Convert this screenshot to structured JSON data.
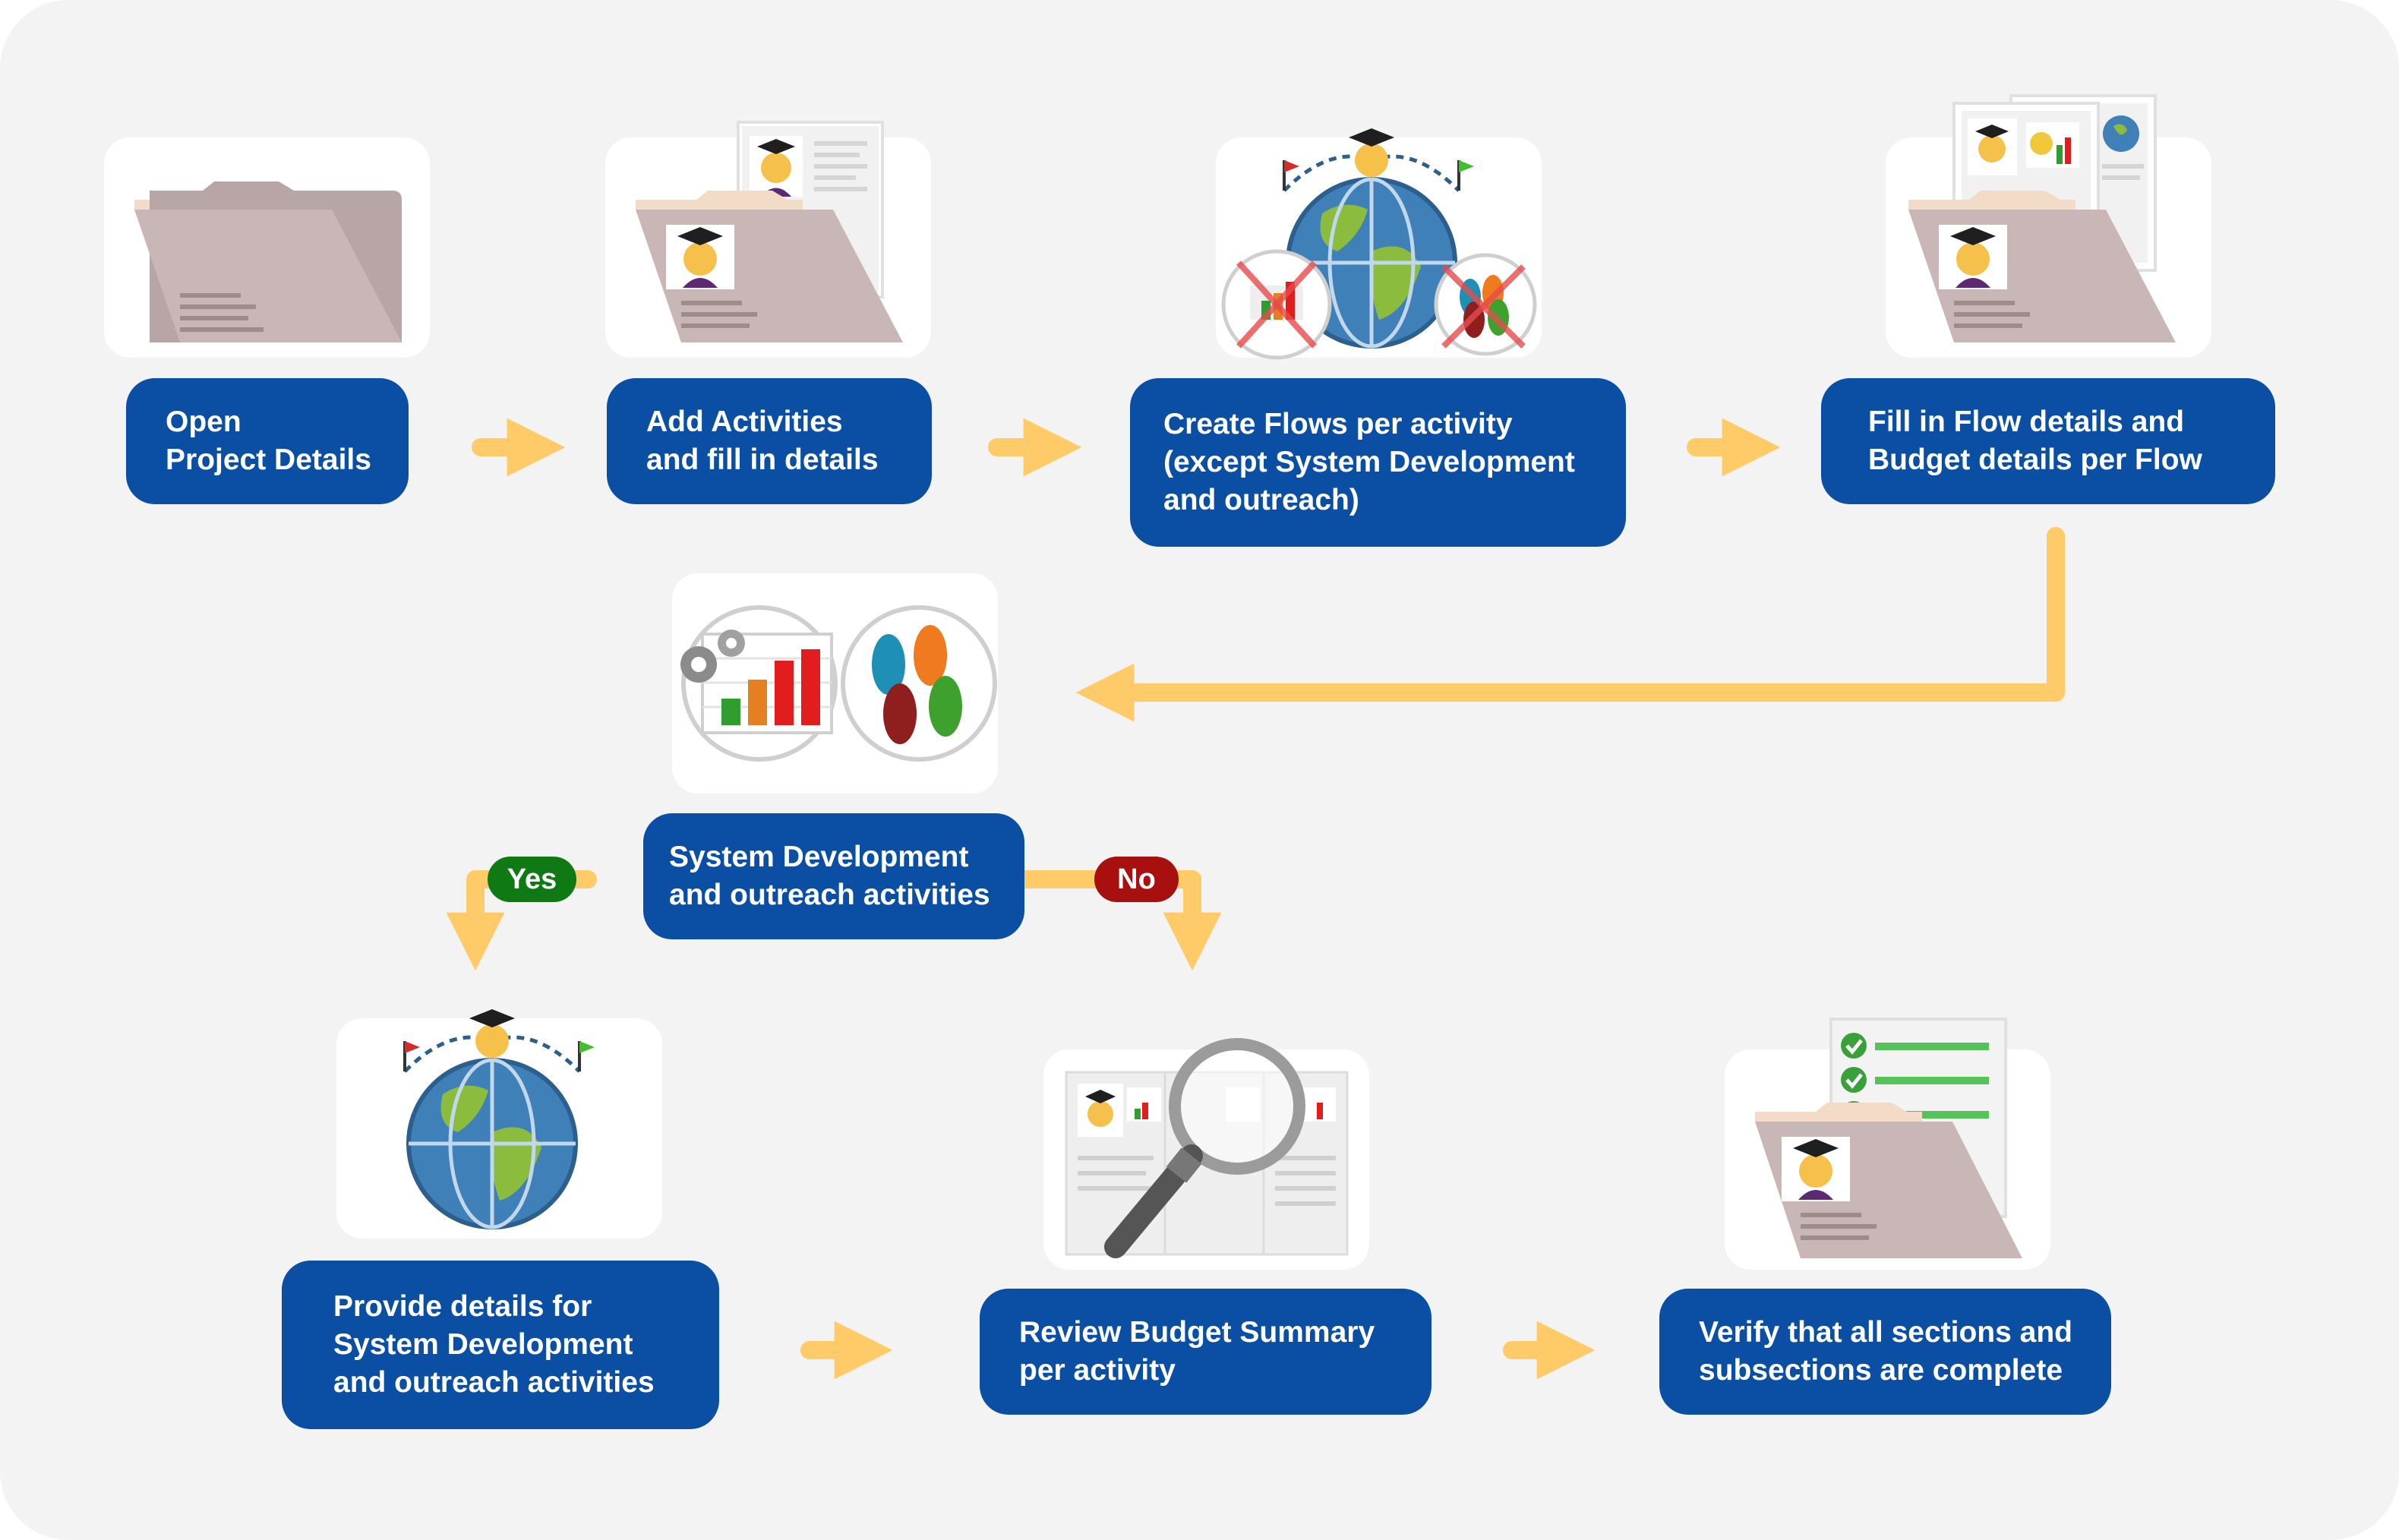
{
  "steps": {
    "open_project": [
      "Open",
      "Project Details"
    ],
    "add_activities": [
      "Add Activities",
      "and fill in details"
    ],
    "create_flows": [
      "Create Flows per activity",
      "(except System Development",
      "and outreach)"
    ],
    "fill_flow": [
      "Fill in Flow details and",
      "Budget details per Flow"
    ],
    "sysdev": [
      "System Development",
      "and outreach activities"
    ],
    "provide_details": [
      "Provide details for",
      "System Development",
      "and outreach activities"
    ],
    "review_budget": [
      "Review Budget Summary",
      "per activity"
    ],
    "verify": [
      "Verify that all sections and",
      "subsections are complete"
    ]
  },
  "decision": {
    "yes": "Yes",
    "no": "No"
  },
  "icons": {
    "folder": "folder-icon",
    "folder_with_profile": "folder-profile-icon",
    "globe": "globe-graduate-icon",
    "chart": "chart-gears-icon",
    "hands": "raised-hands-icon",
    "documents": "budget-documents-icon",
    "magnifier": "magnifier-icon",
    "checklist": "checklist-folder-icon"
  },
  "colors": {
    "box": "#0a4fa3",
    "arrow": "#ffcb69",
    "yes": "#0f7a14",
    "no": "#a80f0f",
    "panel": "#f3f3f3"
  }
}
